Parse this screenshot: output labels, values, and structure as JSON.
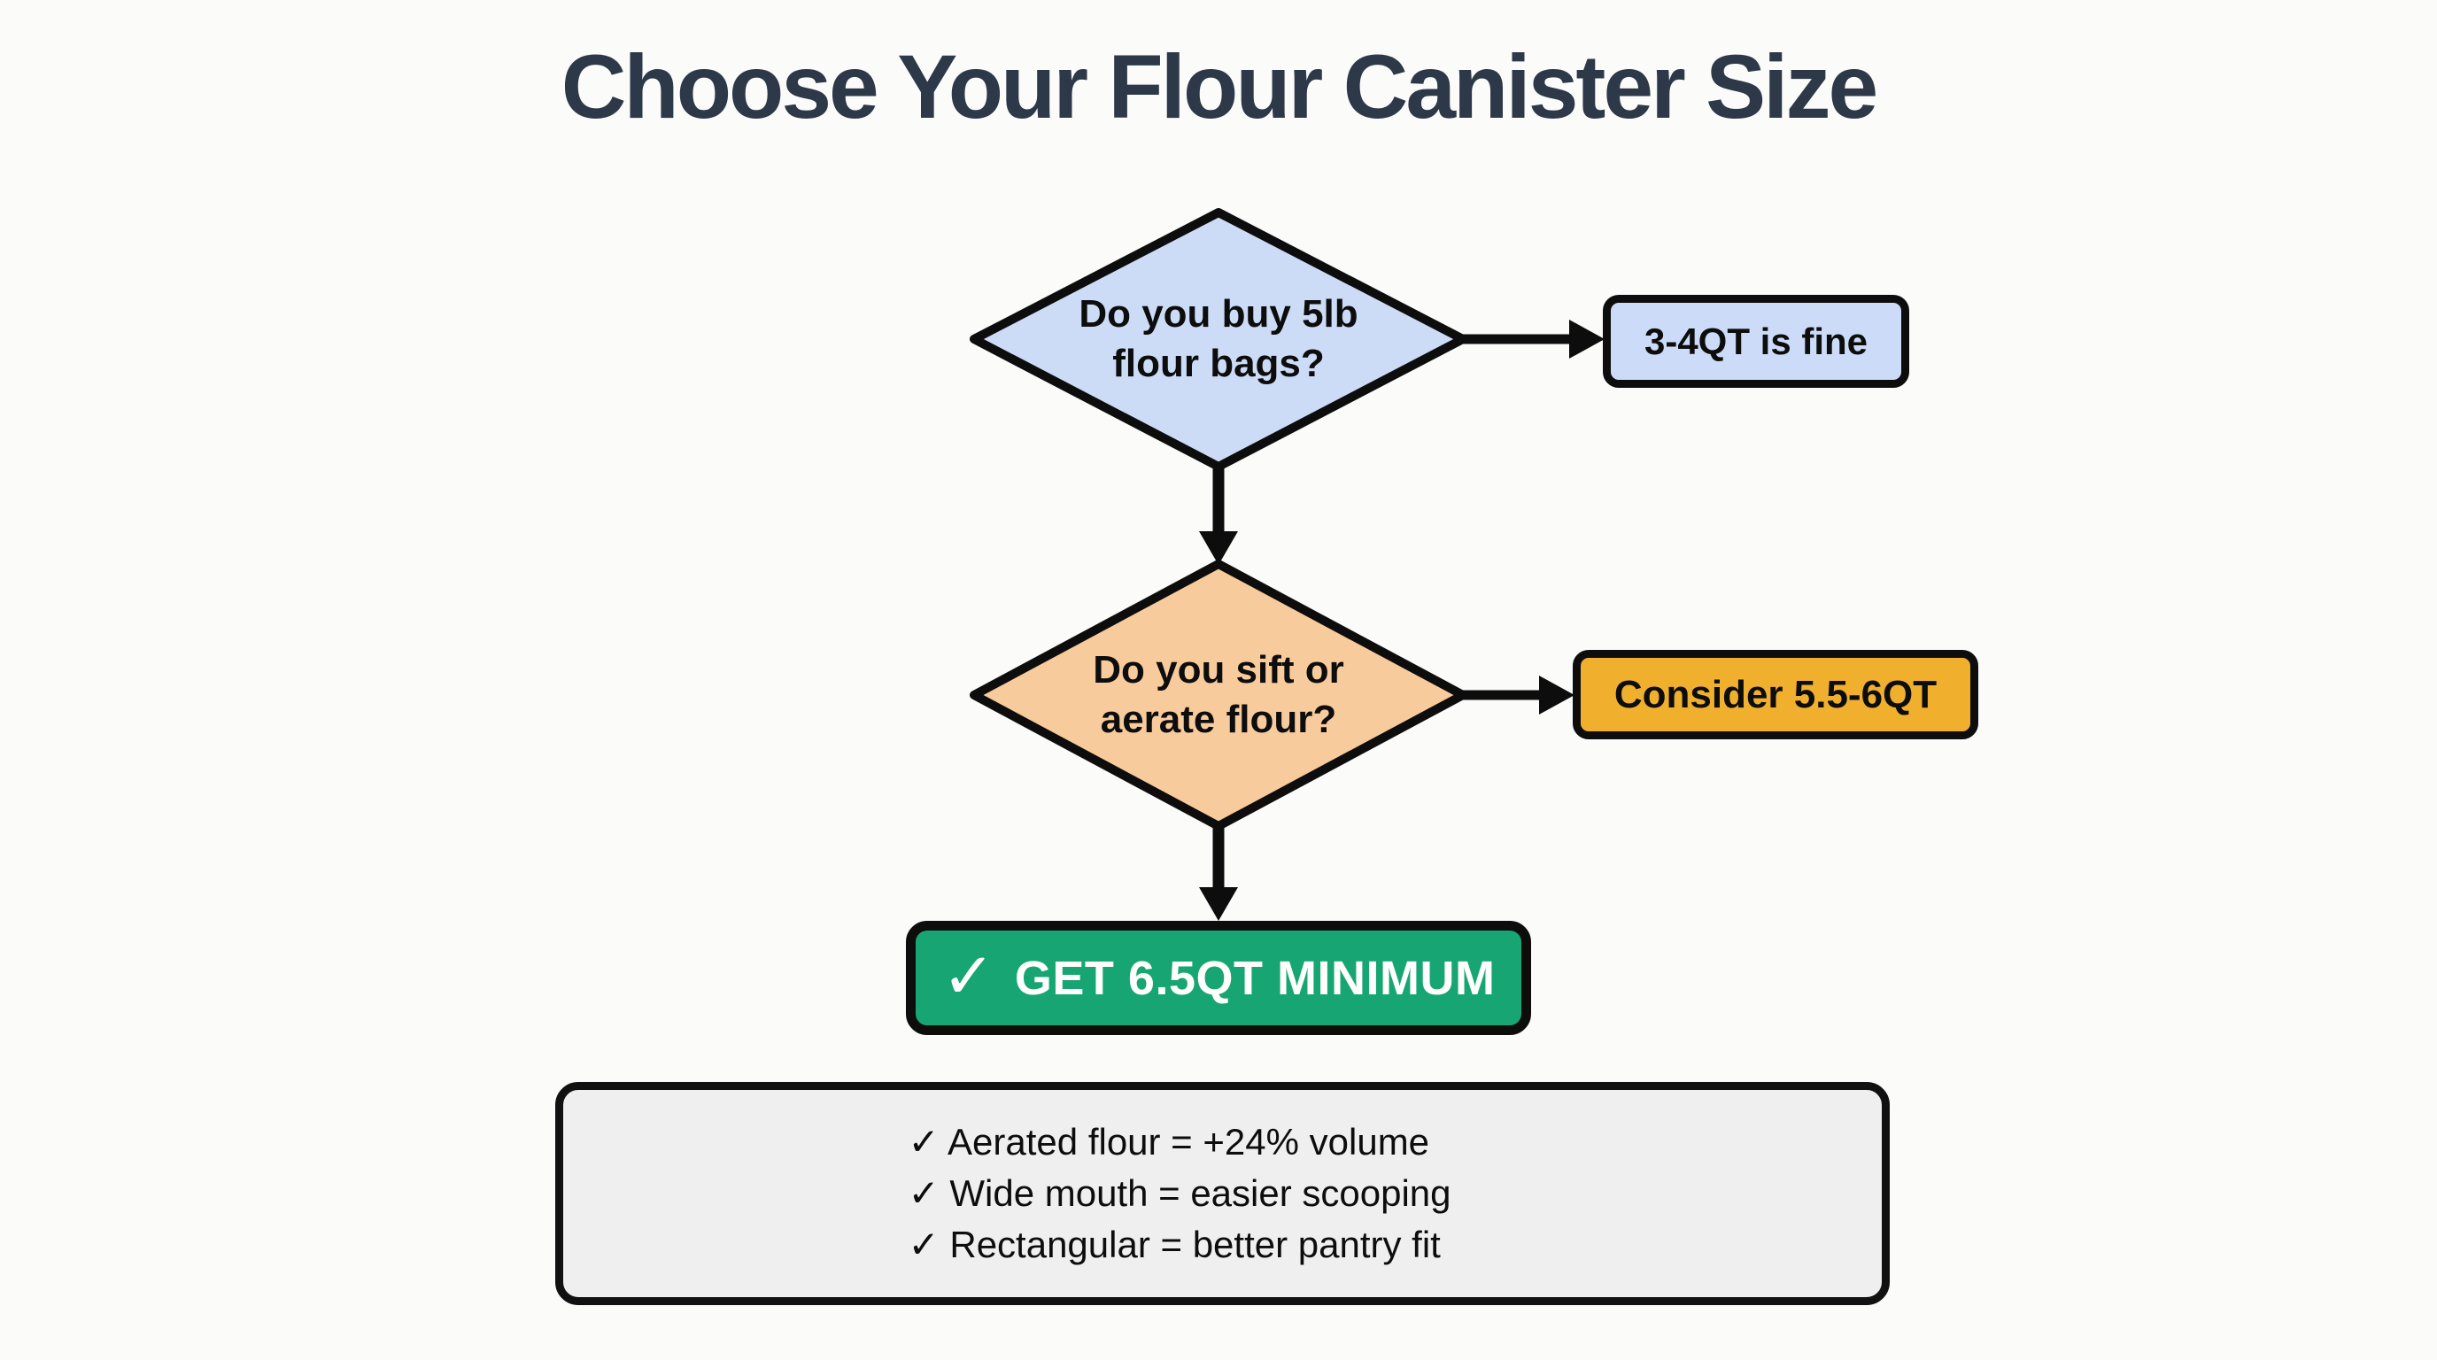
{
  "title": "Choose Your Flour Canister Size",
  "flow": {
    "q1": {
      "line1": "Do you buy 5lb",
      "line2": "flour bags?"
    },
    "a1": {
      "label": "3-4QT is fine"
    },
    "q2": {
      "line1": "Do you sift or",
      "line2": "aerate flour?"
    },
    "a2": {
      "label": "Consider 5.5-6QT"
    },
    "result": {
      "check": "✓",
      "label": "GET 6.5QT MINIMUM"
    }
  },
  "notes": {
    "items": [
      "✓ Aerated flour = +24% volume",
      "✓ Wide mouth = easier scooping",
      "✓ Rectangular = better pantry fit"
    ]
  },
  "colors": {
    "background": "#fbfbfa",
    "title_text": "#2d3948",
    "outline": "#0d0d0d",
    "decision1_fill": "#cddcf6",
    "answer1_fill": "#ccdcf8",
    "decision2_fill": "#f8cb9d",
    "answer2_fill": "#f0b02d",
    "result_fill": "#17a673",
    "result_text": "#ffffff",
    "notes_fill": "#efefef"
  }
}
